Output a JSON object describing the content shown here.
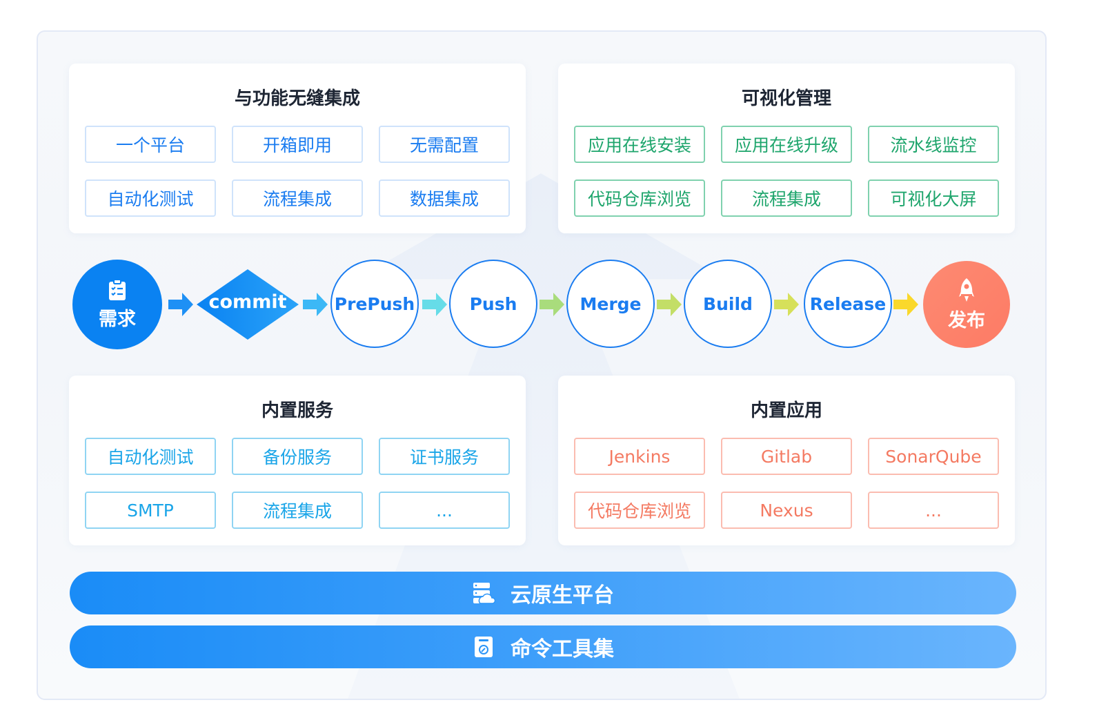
{
  "panels": {
    "top_left": {
      "title": "与功能无缝集成",
      "items": [
        "一个平台",
        "开箱即用",
        "无需配置",
        "自动化测试",
        "流程集成",
        "数据集成"
      ]
    },
    "top_right": {
      "title": "可视化管理",
      "items": [
        "应用在线安装",
        "应用在线升级",
        "流水线监控",
        "代码仓库浏览",
        "流程集成",
        "可视化大屏"
      ]
    },
    "bottom_left": {
      "title": "内置服务",
      "items": [
        "自动化测试",
        "备份服务",
        "证书服务",
        "SMTP",
        "流程集成",
        "..."
      ]
    },
    "bottom_right": {
      "title": "内置应用",
      "items": [
        "Jenkins",
        "Gitlab",
        "SonarQube",
        "代码仓库浏览",
        "Nexus",
        "..."
      ]
    }
  },
  "pipeline": {
    "start": {
      "label": "需求",
      "icon": "clipboard-checklist-icon"
    },
    "commit": "commit",
    "stages": [
      "PrePush",
      "Push",
      "Merge",
      "Build",
      "Release"
    ],
    "end": {
      "label": "发布",
      "icon": "rocket-icon"
    },
    "arrow_colors": [
      "#1e90f5",
      "#3cb8f6",
      "#66dce8",
      "#a9dc7c",
      "#c3de67",
      "#d6e05a",
      "#fad82b"
    ]
  },
  "bars": [
    {
      "label": "云原生平台",
      "icon": "server-cloud-icon"
    },
    {
      "label": "命令工具集",
      "icon": "toolbox-icon"
    }
  ],
  "colors": {
    "primary": "#1a7cf0",
    "start_node": "#0a82f2",
    "end_node": "#fd7e68",
    "green": "#1ea56c",
    "cyan": "#1aa5e8",
    "red": "#f47a62"
  }
}
